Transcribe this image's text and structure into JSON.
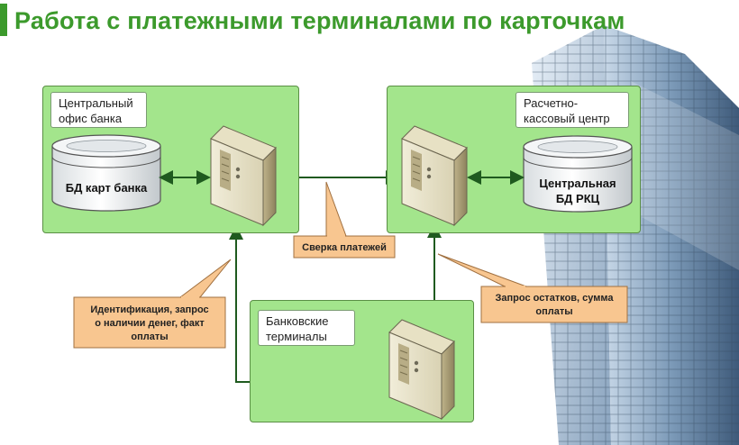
{
  "slide": {
    "title": "Работа с платежными терминалами по карточкам"
  },
  "zones": {
    "central_office": {
      "label_lines": [
        "Центральный",
        "офис банка"
      ]
    },
    "settlement_center": {
      "label_lines": [
        "Расчетно-",
        "кассовый центр"
      ]
    },
    "bank_terminals": {
      "label_lines": [
        "Банковские",
        "терминалы"
      ]
    }
  },
  "databases": {
    "bank_cards_db": {
      "label_lines": [
        "БД карт банка"
      ]
    },
    "rkc_db": {
      "label_lines": [
        "Центральная",
        "БД РКЦ"
      ]
    }
  },
  "callouts": {
    "reconciliation": {
      "lines": [
        "Сверка платежей"
      ]
    },
    "identification": {
      "lines": [
        "Идентификация, запрос",
        "о наличии денег, факт",
        "оплаты"
      ]
    },
    "balance_request": {
      "lines": [
        "Запрос остатков, сумма",
        "оплаты"
      ]
    }
  },
  "colors": {
    "title": "#3c9a2c",
    "zone_fill": "#a3e58c",
    "callout_fill": "#f8c690",
    "arrow": "#1f5a1f"
  },
  "icons": {
    "server": "server-tower-icon",
    "database": "database-cylinder-icon",
    "background": "skyscraper-image"
  }
}
